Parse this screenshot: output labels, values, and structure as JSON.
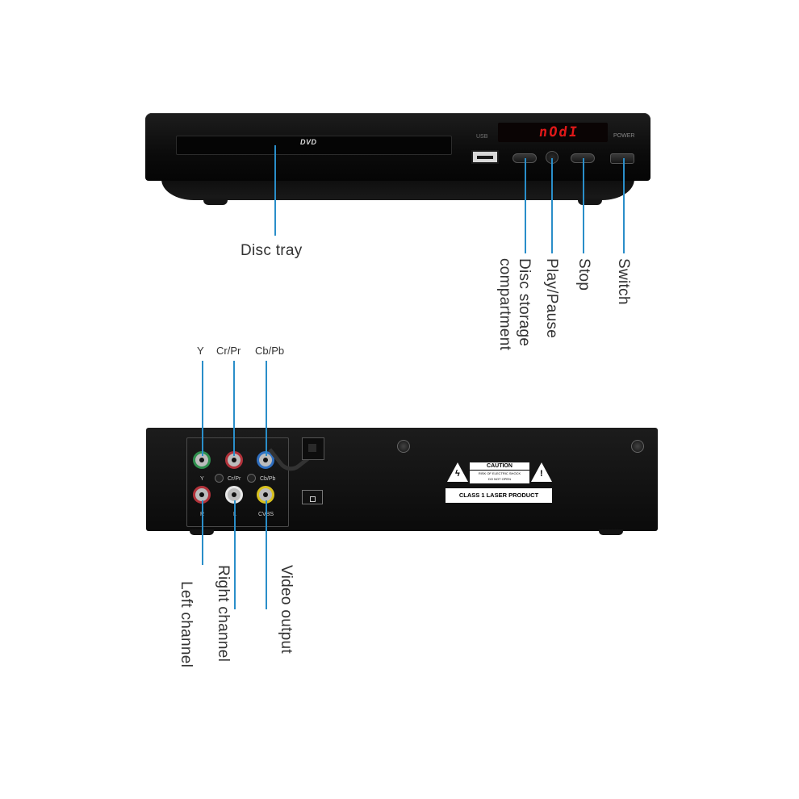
{
  "front": {
    "tray_logo": "DVD",
    "usb_label": "USB",
    "display_text": "nOdI",
    "power_label": "POWER"
  },
  "back": {
    "jacks": [
      {
        "label": "Y",
        "color": "#2f8f4e"
      },
      {
        "label": "Cr/Pr",
        "color": "#b2323a"
      },
      {
        "label": "Cb/Pb",
        "color": "#2f6fc0"
      },
      {
        "label": "R",
        "color": "#b2323a"
      },
      {
        "label": "L",
        "color": "#e8e8e8"
      },
      {
        "label": "CVBS",
        "color": "#d8c11e"
      }
    ],
    "caution_title": "CAUTION",
    "caution_line1": "RISK OF ELECTRIC SHOCK",
    "caution_line2": "DO NOT OPEN",
    "laser_label": "CLASS 1 LASER PRODUCT"
  },
  "callouts": {
    "disc_tray": "Disc tray",
    "disc_storage_line1": "Disc storage",
    "disc_storage_line2": "compartment",
    "play_pause": "Play/Pause",
    "stop": "Stop",
    "switch": "Switch",
    "y": "Y",
    "cr_pr": "Cr/Pr",
    "cb_pb": "Cb/Pb",
    "left_channel": "Left channel",
    "right_channel": "Right channel",
    "video_output": "Video output"
  },
  "colors": {
    "callout_line": "#2a8ec9",
    "display_red": "#e01818"
  }
}
